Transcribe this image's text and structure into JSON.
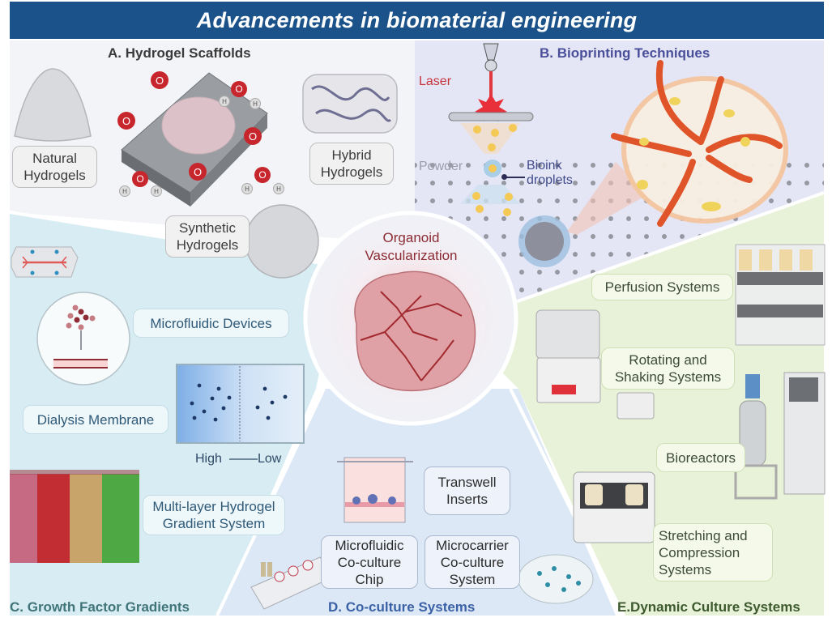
{
  "title": "Advancements in biomaterial engineering",
  "center": {
    "line1": "Organoid",
    "line2": "Vascularization"
  },
  "sections": {
    "A": {
      "title": "A. Hydrogel Scaffolds",
      "labels": {
        "natural": {
          "line1": "Natural",
          "line2": "Hydrogels"
        },
        "hybrid": {
          "line1": "Hybrid",
          "line2": "Hydrogels"
        },
        "synthetic": {
          "line1": "Synthetic",
          "line2": "Hydrogels"
        }
      },
      "molecule_o": "O",
      "molecule_h": "H"
    },
    "B": {
      "title": "B. Bioprinting Techniques",
      "laser": "Laser",
      "powder": "Powder",
      "bioink": {
        "line1": "Bioink",
        "line2": "droplets"
      }
    },
    "C": {
      "title": "C. Growth Factor Gradients",
      "microfluidic": "Microfluidic Devices",
      "dialysis": "Dialysis Membrane",
      "gradient_high": "High",
      "gradient_low": "Low",
      "multilayer": {
        "line1": "Multi-layer Hydrogel",
        "line2": "Gradient System"
      }
    },
    "D": {
      "title": "D. Co-culture Systems",
      "transwell": {
        "line1": "Transwell",
        "line2": "Inserts"
      },
      "chip": {
        "line1": "Microfluidic",
        "line2": "Co-culture",
        "line3": "Chip"
      },
      "microcarrier": {
        "line1": "Microcarrier",
        "line2": "Co-culture",
        "line3": "System"
      }
    },
    "E": {
      "title": "E.Dynamic Culture Systems",
      "perfusion": "Perfusion Systems",
      "rotating": {
        "line1": "Rotating and",
        "line2": "Shaking Systems"
      },
      "bioreactors": "Bioreactors",
      "stretching": {
        "line1": "Stretching and",
        "line2": "Compression",
        "line3": "Systems"
      }
    }
  },
  "colors": {
    "banner": "#1a5289",
    "section_a_title": "#3a3a3a",
    "section_b_title": "#4a4f9a",
    "section_c_title": "#3f7478",
    "section_d_title": "#3b62a6",
    "section_e_title": "#3d5a2e",
    "center_text": "#8b2b33",
    "laser_text": "#c6323a"
  }
}
